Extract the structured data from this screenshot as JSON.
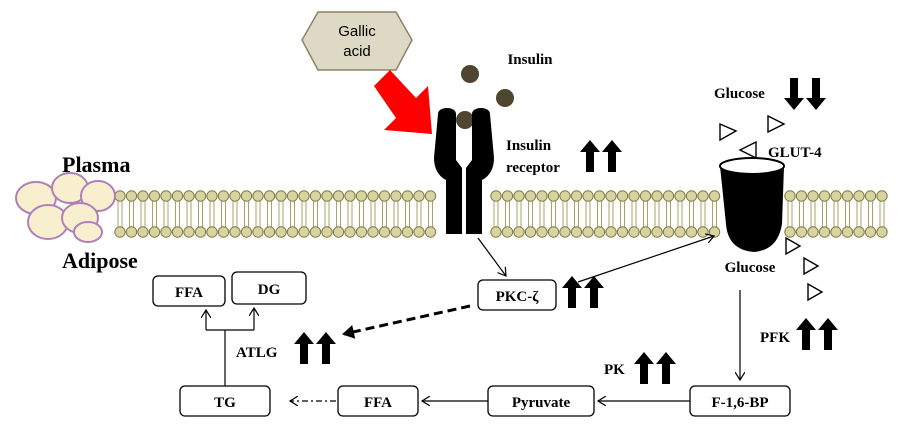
{
  "colors": {
    "membrane_head": "#d7d3a2",
    "membrane_head_stroke": "#7f7a3e",
    "membrane_tail": "#a8a465",
    "hexagon_fill": "#ddd9c4",
    "hexagon_stroke": "#8a8468",
    "insulin_ball": "#4f4631",
    "red_arrow": "#ff0000",
    "adipocyte_fill": "#f8efce",
    "adipocyte_edge": "#b07fb8",
    "receptor": "#000000"
  },
  "labels": {
    "gallic_acid_line1": "Gallic",
    "gallic_acid_line2": "acid",
    "insulin": "Insulin",
    "insulin_receptor_line1": "Insulin",
    "insulin_receptor_line2": "receptor",
    "glucose_top": "Glucose",
    "glut4": "GLUT-4",
    "glucose_bottom": "Glucose",
    "plasma": "Plasma",
    "adipose": "Adipose",
    "pkc": "PKC-ζ",
    "ffa_top": "FFA",
    "dg": "DG",
    "atlg": "ATLG",
    "pfk": "PFK",
    "pk": "PK",
    "tg": "TG",
    "ffa_bottom": "FFA",
    "pyruvate": "Pyruvate",
    "f16bp": "F-1,6-BP"
  },
  "indicators": {
    "insulin_receptor": "up",
    "glucose": "down",
    "pkc": "up",
    "atlg": "up",
    "pfk": "up",
    "pk": "up"
  },
  "icons": {
    "up_arrows": "double-up-arrow-icon",
    "down_arrows": "double-down-arrow-icon",
    "glucose_molecule": "triangle-outline-icon"
  }
}
